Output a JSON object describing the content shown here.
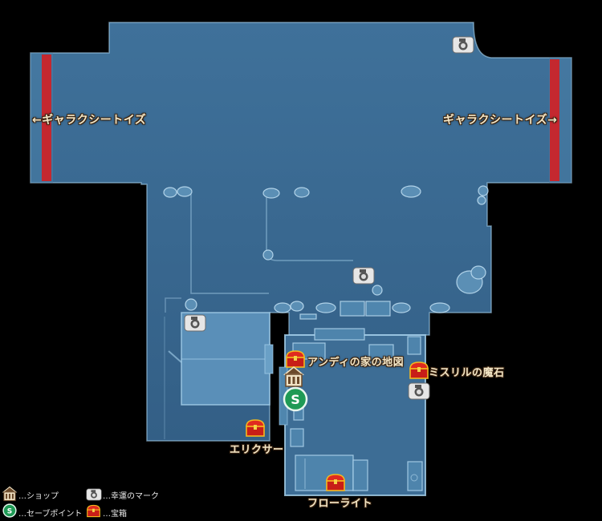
{
  "labels": {
    "exit_left": "←ギャラクシートイズ",
    "exit_right": "ギャラクシートイズ→",
    "andy_map": "アンディの家の地図",
    "mythril_rock": "ミスリルの魔石",
    "elixir": "エリクサー",
    "flowlight": "フローライト"
  },
  "legend": {
    "shop": "…ショップ",
    "lucky_mark": "…幸運のマーク",
    "save_point": "…セーブポイント",
    "chest": "…宝箱"
  },
  "icons": {
    "camera": "camera-icon",
    "chest": "treasure-chest-icon",
    "shop": "shop-icon",
    "save": "save-point-icon",
    "save_letter": "S"
  },
  "colors": {
    "floor": "#3d6c93",
    "floor_light": "#4b82aa",
    "outline": "#a9d3ee",
    "exit_bar": "#c4282f",
    "chest": "#d8201c",
    "chest_trim": "#f4b81e",
    "save": "#1f9a55"
  }
}
